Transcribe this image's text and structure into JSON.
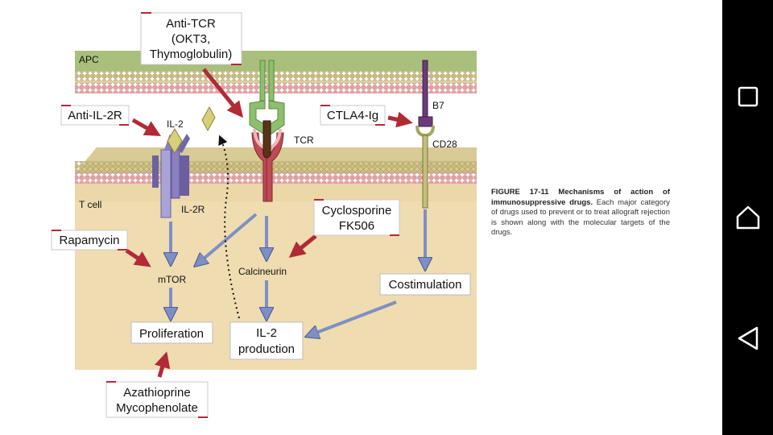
{
  "figure": {
    "labels": {
      "apc": "APC",
      "t_cell": "T cell",
      "il2": "IL-2",
      "il2r": "IL-2R",
      "tcr": "TCR",
      "b7": "B7",
      "cd28": "CD28",
      "mtor": "mTOR",
      "calcineurin": "Calcineurin"
    },
    "boxes": {
      "anti_tcr": [
        "Anti-TCR",
        "(OKT3,",
        "Thymoglobulin)"
      ],
      "anti_il2r": "Anti-IL-2R",
      "ctla4": "CTLA4-Ig",
      "cyclosporine": [
        "Cyclosporine",
        "FK506"
      ],
      "rapamycin": "Rapamycin",
      "costimulation": "Costimulation",
      "proliferation": "Proliferation",
      "il2_production": [
        "IL-2",
        "production"
      ],
      "azathioprine": [
        "Azathioprine",
        "Mycophenolate"
      ]
    }
  },
  "caption": {
    "title": "FIGURE 17-11 Mechanisms of action of immunosuppressive drugs.",
    "body": "Each major category of drugs used to prevent or to treat allograft rejection is shown along with the molecular targets of the drugs."
  },
  "navbar": {
    "buttons": [
      "recent-apps",
      "home",
      "back"
    ],
    "color": "#ffffff"
  },
  "colors": {
    "apc_fill": "#a9bf7c",
    "cell_fill": "#efdcb0",
    "membrane_pink": "#e6a5a5",
    "membrane_olive": "#bfb27a",
    "drug_arrow": "#b12a36",
    "path_arrow": "#7d8fc6",
    "tcr_green": "#8cc06f",
    "tcr_red": "#c04a55",
    "b7_purple": "#6b3b7a",
    "il2_diamond": "#d8cf7a",
    "il2r_purple": "#8a7fbf"
  }
}
